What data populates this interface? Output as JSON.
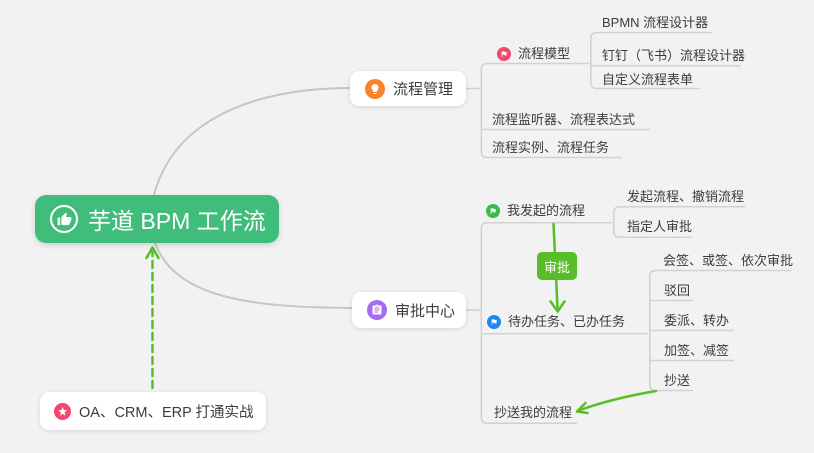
{
  "canvas": {
    "background": "#f2f2f2"
  },
  "colors": {
    "root_green": "#41bd7b",
    "relation_green": "#57bd28",
    "curve_gray": "#c5c5c5",
    "underline_gray": "#d1d1d1",
    "text_dark": "#3c3c3c",
    "icon_orange": "#f8832d",
    "icon_purple": "#a56bf2",
    "icon_red": "#f3476c",
    "icon_green": "#3abb4a",
    "icon_blue": "#1f88f2",
    "icon_star_red": "#f5466b",
    "node_white": "#ffffff"
  },
  "root": {
    "label": "芋道 BPM 工作流",
    "icon": "thumbs-up"
  },
  "branches": [
    {
      "label": "流程管理",
      "icon": "lightbulb",
      "children": [
        {
          "label": "流程模型",
          "icon": "flag",
          "children": [
            {
              "label": "BPMN 流程设计器"
            },
            {
              "label": "钉钉（飞书）流程设计器"
            },
            {
              "label": "自定义流程表单"
            }
          ]
        },
        {
          "label": "流程监听器、流程表达式"
        },
        {
          "label": "流程实例、流程任务"
        }
      ]
    },
    {
      "label": "审批中心",
      "icon": "clipboard",
      "children": [
        {
          "label": "我发起的流程",
          "icon": "flag",
          "children": [
            {
              "label": "发起流程、撤销流程"
            },
            {
              "label": "指定人审批"
            }
          ]
        },
        {
          "label": "待办任务、已办任务",
          "icon": "flag",
          "children": [
            {
              "label": "会签、或签、依次审批"
            },
            {
              "label": "驳回"
            },
            {
              "label": "委派、转办"
            },
            {
              "label": "加签、减签"
            },
            {
              "label": "抄送"
            }
          ]
        },
        {
          "label": "抄送我的流程"
        }
      ]
    }
  ],
  "note": {
    "label": "OA、CRM、ERP 打通实战",
    "icon": "star"
  },
  "relations": {
    "approve": {
      "label": "审批"
    },
    "copy_arrow": {
      "from": "抄送",
      "to": "抄送我的流程"
    },
    "note_arrow": {
      "from": "OA、CRM、ERP 打通实战",
      "to": "芋道 BPM 工作流"
    }
  }
}
